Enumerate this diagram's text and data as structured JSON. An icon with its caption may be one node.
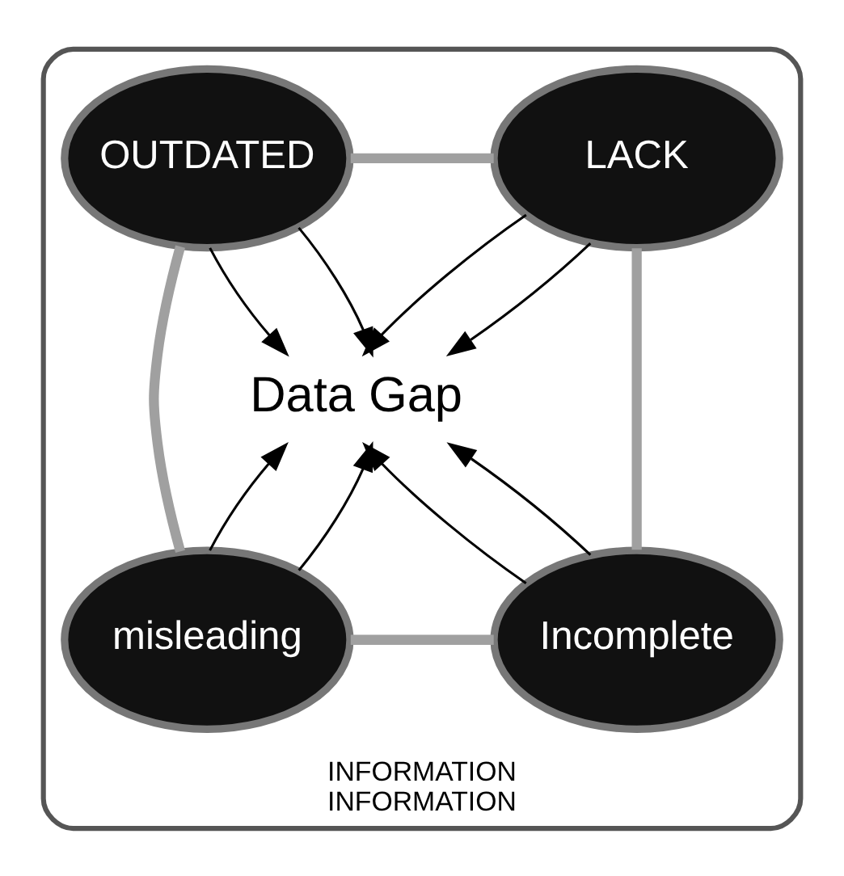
{
  "diagram": {
    "nodes": [
      {
        "text": [
          "INFORMATION",
          "INFORMATION"
        ]
      },
      {
        "text": [
          "LACK"
        ],
        "in": 0
      },
      {
        "text": [
          "OUTDATED"
        ],
        "in": 0
      },
      {
        "text": [
          "Data Gap"
        ],
        "in": 0
      },
      {
        "text": [
          "Incomplete"
        ],
        "in": 0
      },
      {
        "text": [
          "misleading"
        ],
        "in": 0
      }
    ],
    "edges": [
      {
        "from": 1,
        "to": 2,
        "arrow": "none",
        "style": "thick",
        "color": "#a0a0a0"
      },
      {
        "from": 2,
        "to": 5,
        "arrow": "none",
        "style": "thick",
        "color": "#a0a0a0"
      },
      {
        "from": 4,
        "to": 5,
        "arrow": "none",
        "style": "thick",
        "color": "#a0a0a0"
      },
      {
        "from": 1,
        "to": 4,
        "arrow": "none",
        "style": "thick",
        "color": "#a0a0a0"
      },
      {
        "from": 1,
        "to": 3,
        "arrow": "to"
      },
      {
        "from": 2,
        "to": 3,
        "arrow": "to"
      },
      {
        "from": 1,
        "to": 3,
        "arrow": "to"
      },
      {
        "from": 4,
        "to": 3,
        "arrow": "to"
      },
      {
        "from": 2,
        "to": 3,
        "arrow": "to"
      },
      {
        "from": 5,
        "to": 3,
        "arrow": "to"
      },
      {
        "from": 4,
        "to": 3,
        "arrow": "to"
      },
      {
        "from": 5,
        "to": 3,
        "arrow": "to"
      }
    ]
  }
}
